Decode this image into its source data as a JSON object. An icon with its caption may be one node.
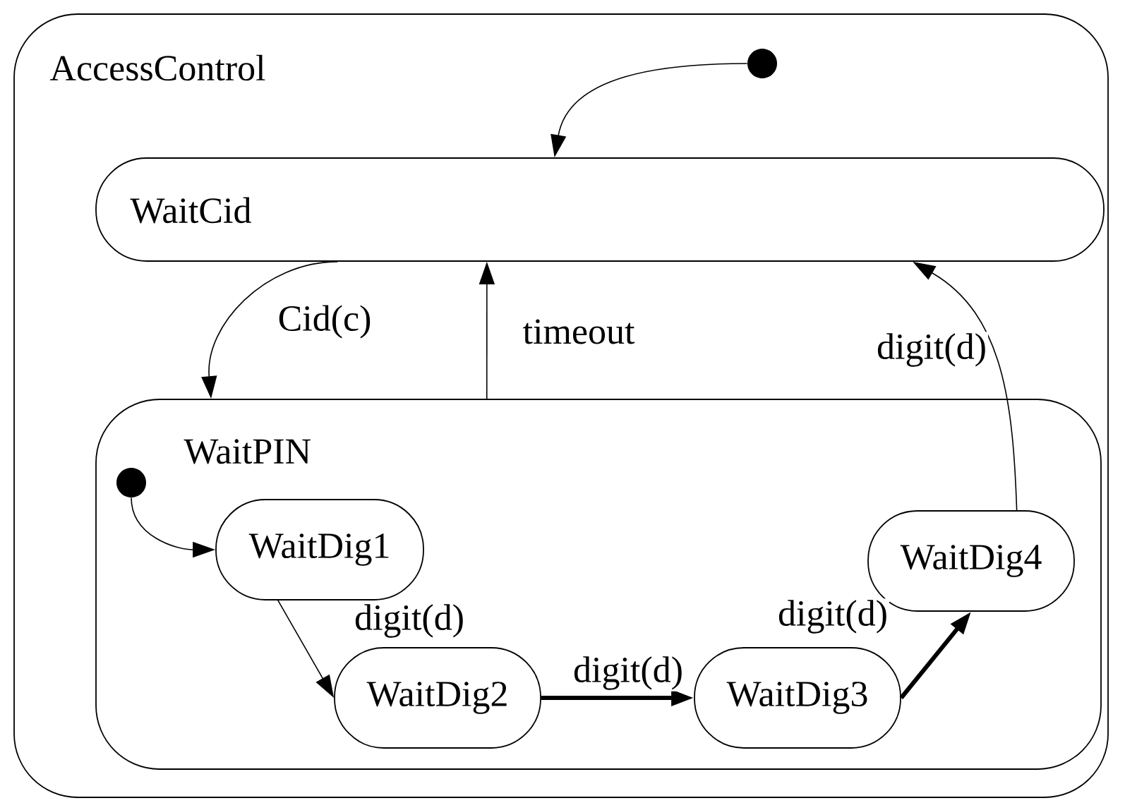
{
  "diagram": {
    "nodes": [
      {
        "text": [
          "AccessControl"
        ]
      },
      {
        "text": [],
        "shape": "circle",
        "in": 0
      },
      {
        "text": [
          "WaitCid"
        ],
        "in": 0
      },
      {
        "text": [
          "WaitPIN"
        ],
        "in": 0
      },
      {
        "text": [],
        "shape": "circle",
        "in": 3
      },
      {
        "text": [
          "WaitDig1"
        ],
        "in": 3
      },
      {
        "text": [
          "WaitDig2"
        ],
        "in": 3
      },
      {
        "text": [
          "WaitDig3"
        ],
        "in": 3
      },
      {
        "text": [
          "WaitDig4"
        ],
        "in": 3
      }
    ],
    "edges": [
      {
        "from": 1,
        "to": 2,
        "arrow": "to"
      },
      {
        "from": 2,
        "to": 3,
        "label": "Cid(c)",
        "arrow": "to"
      },
      {
        "from": 3,
        "to": 2,
        "label": "timeout",
        "arrow": "to"
      },
      {
        "from": 8,
        "to": 2,
        "label": "digit(d)",
        "arrow": "to"
      },
      {
        "from": 4,
        "to": 5,
        "arrow": "to"
      },
      {
        "from": 5,
        "to": 6,
        "label": "digit(d)",
        "arrow": "to"
      },
      {
        "from": 6,
        "to": 7,
        "label": "digit(d)",
        "arrow": "to",
        "style": "thick"
      },
      {
        "from": 7,
        "to": 8,
        "label": "digit(d)",
        "arrow": "to",
        "style": "thick"
      }
    ]
  }
}
